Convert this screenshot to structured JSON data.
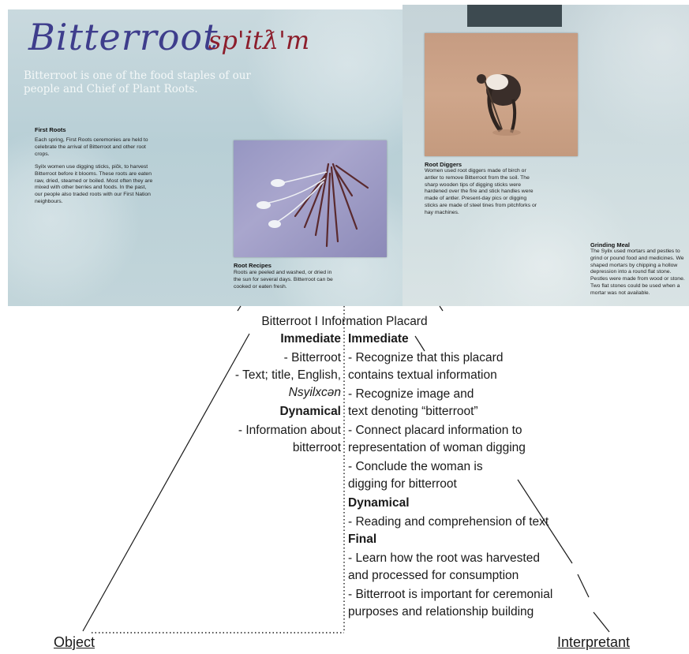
{
  "placard": {
    "title": "Bitterroot",
    "title_salish": "sp'itƛ'm",
    "subtitle": "Bitterroot is one of the food staples of our people and Chief of Plant Roots.",
    "first_roots": {
      "heading": "First Roots",
      "para1": "Each spring, First Roots ceremonies are held to celebrate the arrival of Bitterroot and other root crops.",
      "para2": "Syilx women use digging sticks, pic̓k, to harvest Bitterroot before it blooms. These roots are eaten raw, dried, steamed or boiled. Most often they are mixed with other berries and foods. In the past, our people also traded roots with our First Nation neighbours."
    },
    "root_recipes": {
      "heading": "Root Recipes",
      "body": "Roots are peeled and washed, or dried in the sun for several days. Bitterroot can be cooked or eaten fresh."
    },
    "root_diggers": {
      "heading": "Root Diggers",
      "body": "Women used root diggers made of birch or antler to remove Bitterroot from the soil. The sharp wooden tips of digging sticks were hardened over the fire and stick handles were made of antler. Present-day pics or digging sticks are made of steel tines from pitchforks or hay machines."
    },
    "grinding_meal": {
      "heading": "Grinding Meal",
      "body": "The Syilx used mortars and pestles to grind or pound food and medicines. We shaped mortars by chipping a hollow depression into a round flat stone. Pestles were made from wood or stone. Two flat stones could be used when a mortar was not available."
    }
  },
  "diagram": {
    "representamen": "Bitterroot I Information Placard",
    "object": {
      "corner_label": "Object",
      "immediate_heading": "Immediate",
      "immediate_items": [
        "- Bitterroot",
        "- Text; title, English,",
        "Nsyilxcən"
      ],
      "dynamical_heading": "Dynamical",
      "dynamical_items": [
        "- Information about",
        "bitterroot"
      ]
    },
    "interpretant": {
      "corner_label": "Interpretant",
      "immediate_heading": "Immediate",
      "immediate_items": [
        "- Recognize that this placard",
        "contains textual information",
        "- Recognize image and",
        "text denoting “bitterroot”",
        "- Connect placard information to",
        "representation of woman digging",
        "- Conclude the woman is",
        "digging for bitterroot"
      ],
      "dynamical_heading": "Dynamical",
      "dynamical_items": [
        "- Reading and comprehension of text"
      ],
      "final_heading": "Final",
      "final_items": [
        "- Learn how the root was harvested",
        "and processed for consumption",
        "- Bitterroot is important for ceremonial",
        "purposes and relationship building"
      ]
    }
  },
  "colors": {
    "title": "#3e3d8c",
    "title_salish": "#8c1e2c",
    "placard_bg": "#c2d5da",
    "roots_photo": "#9c9ac6",
    "digger_photo": "#c9a086"
  }
}
